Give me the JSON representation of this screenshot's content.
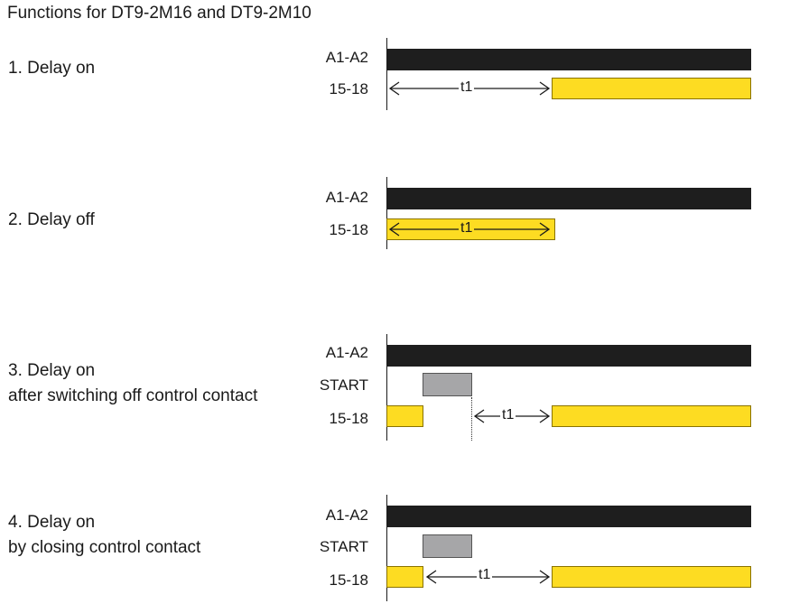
{
  "title": "Functions for DT9-2M16 and DT9-2M10",
  "functions": [
    {
      "name_line1": "1. Delay on",
      "name_line2": "",
      "signals": [
        "A1-A2",
        "15-18"
      ],
      "time_label": "t1"
    },
    {
      "name_line1": "2. Delay off",
      "name_line2": "",
      "signals": [
        "A1-A2",
        "15-18"
      ],
      "time_label": "t1"
    },
    {
      "name_line1": "3. Delay on",
      "name_line2": "after switching off control contact",
      "signals": [
        "A1-A2",
        "START",
        "15-18"
      ],
      "time_label": "t1"
    },
    {
      "name_line1": "4. Delay on",
      "name_line2": "by closing control contact",
      "signals": [
        "A1-A2",
        "START",
        "15-18"
      ],
      "time_label": "t1"
    }
  ],
  "colors": {
    "supply": "#1e1e1e",
    "output": "#fddc22",
    "control": "#a6a6a8"
  }
}
